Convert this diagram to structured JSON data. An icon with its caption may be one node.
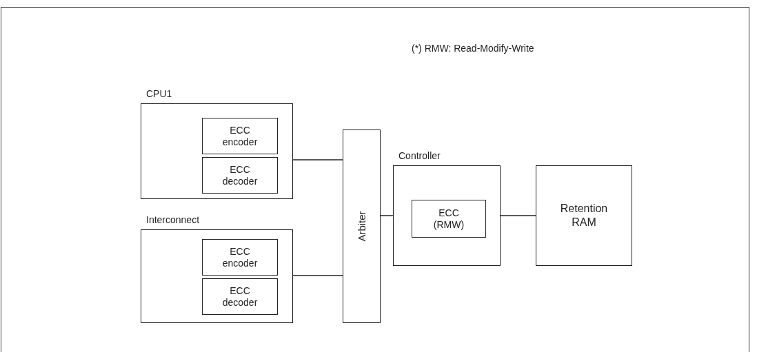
{
  "diagram": {
    "nodes": [
      {
        "text": [
          "CPU1"
        ]
      },
      {
        "text": [
          "ECC encoder"
        ],
        "in": 0
      },
      {
        "text": [
          "ECC decoder"
        ],
        "in": 0
      },
      {
        "text": [
          "Interconnect"
        ]
      },
      {
        "text": [
          "ECC encoder"
        ],
        "in": 3
      },
      {
        "text": [
          "ECC decoder"
        ],
        "in": 3
      },
      {
        "text": [
          "Arbiter"
        ]
      },
      {
        "text": [
          "Controller"
        ]
      },
      {
        "text": [
          "ECC (RMW)"
        ],
        "in": 7
      },
      {
        "text": [
          "Retention RAM"
        ]
      }
    ],
    "edges": [
      {
        "from": 0,
        "to": 6,
        "arrow": "none"
      },
      {
        "from": 3,
        "to": 6,
        "arrow": "none"
      },
      {
        "from": 6,
        "to": 7,
        "arrow": "none"
      },
      {
        "from": 7,
        "to": 9,
        "arrow": "none"
      }
    ],
    "labels": [
      "(*) RMW: Read-Modify-Write"
    ]
  }
}
